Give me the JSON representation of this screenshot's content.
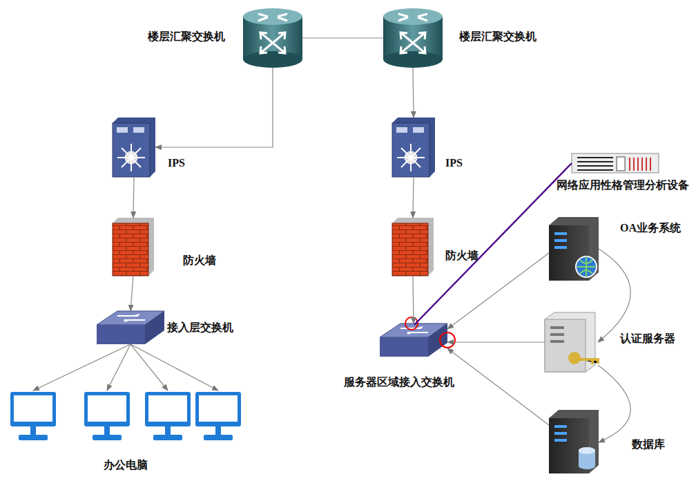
{
  "diagram": {
    "nodes": [
      {
        "text": [
          "楼层汇聚交换机"
        ]
      },
      {
        "text": [
          "楼层汇聚交换机"
        ]
      },
      {
        "text": [
          "IPS"
        ]
      },
      {
        "text": [
          "IPS"
        ]
      },
      {
        "text": [
          "网络应用性格管理分析设备"
        ]
      },
      {
        "text": [
          "OA业务系统"
        ]
      },
      {
        "text": [
          "防火墙"
        ]
      },
      {
        "text": [
          "防火墙"
        ]
      },
      {
        "text": [
          "接入层交换机"
        ]
      },
      {
        "text": [
          "服务器区域接入交换机"
        ]
      },
      {
        "text": [
          "认证服务器"
        ]
      },
      {
        "text": [
          "办公电脑"
        ]
      },
      {
        "text": [
          "数据库"
        ]
      }
    ],
    "edges": [
      {
        "from": 0,
        "to": 1,
        "arrow": "none"
      },
      {
        "from": 0,
        "to": 2,
        "arrow": "to"
      },
      {
        "from": 1,
        "to": 3,
        "arrow": "to"
      },
      {
        "from": 2,
        "to": 6,
        "arrow": "to"
      },
      {
        "from": 3,
        "to": 7,
        "arrow": "to"
      },
      {
        "from": 6,
        "to": 8,
        "arrow": "to"
      },
      {
        "from": 7,
        "to": 9,
        "arrow": "to"
      },
      {
        "from": 8,
        "to": 11,
        "arrow": "to"
      },
      {
        "from": 8,
        "to": 11,
        "arrow": "to"
      },
      {
        "from": 8,
        "to": 11,
        "arrow": "to"
      },
      {
        "from": 8,
        "to": 11,
        "arrow": "to"
      },
      {
        "from": 4,
        "to": 9,
        "arrow": "none"
      },
      {
        "from": 5,
        "to": 9,
        "arrow": "to"
      },
      {
        "from": 10,
        "to": 9,
        "arrow": "to"
      },
      {
        "from": 12,
        "to": 9,
        "arrow": "to"
      },
      {
        "from": 5,
        "to": 10,
        "arrow": "to"
      },
      {
        "from": 10,
        "to": 12,
        "arrow": "to"
      }
    ]
  }
}
